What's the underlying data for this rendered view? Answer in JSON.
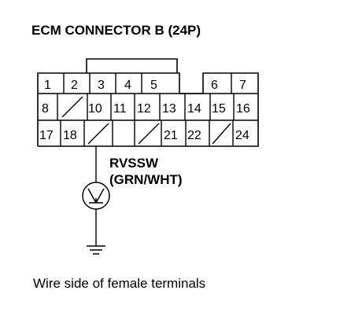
{
  "title": "ECM CONNECTOR B (24P)",
  "signal": {
    "name": "RVSSW",
    "wire": "(GRN/WHT)"
  },
  "caption": "Wire side of female terminals",
  "connector": {
    "pins": [
      {
        "id": "pin-1",
        "label": "1"
      },
      {
        "id": "pin-2",
        "label": "2"
      },
      {
        "id": "pin-3",
        "label": "3"
      },
      {
        "id": "pin-4",
        "label": "4"
      },
      {
        "id": "pin-5",
        "label": "5"
      },
      {
        "id": "pin-6",
        "label": "6"
      },
      {
        "id": "pin-7",
        "label": "7"
      },
      {
        "id": "pin-8",
        "label": "8"
      },
      {
        "id": "pin-10",
        "label": "10"
      },
      {
        "id": "pin-11",
        "label": "11"
      },
      {
        "id": "pin-12",
        "label": "12"
      },
      {
        "id": "pin-13",
        "label": "13"
      },
      {
        "id": "pin-14",
        "label": "14"
      },
      {
        "id": "pin-15",
        "label": "15"
      },
      {
        "id": "pin-16",
        "label": "16"
      },
      {
        "id": "pin-17",
        "label": "17"
      },
      {
        "id": "pin-18",
        "label": "18"
      },
      {
        "id": "pin-21",
        "label": "21"
      },
      {
        "id": "pin-22",
        "label": "22"
      },
      {
        "id": "pin-24",
        "label": "24"
      }
    ]
  },
  "meter_symbol": "voltmeter",
  "ground_symbol": "ground"
}
